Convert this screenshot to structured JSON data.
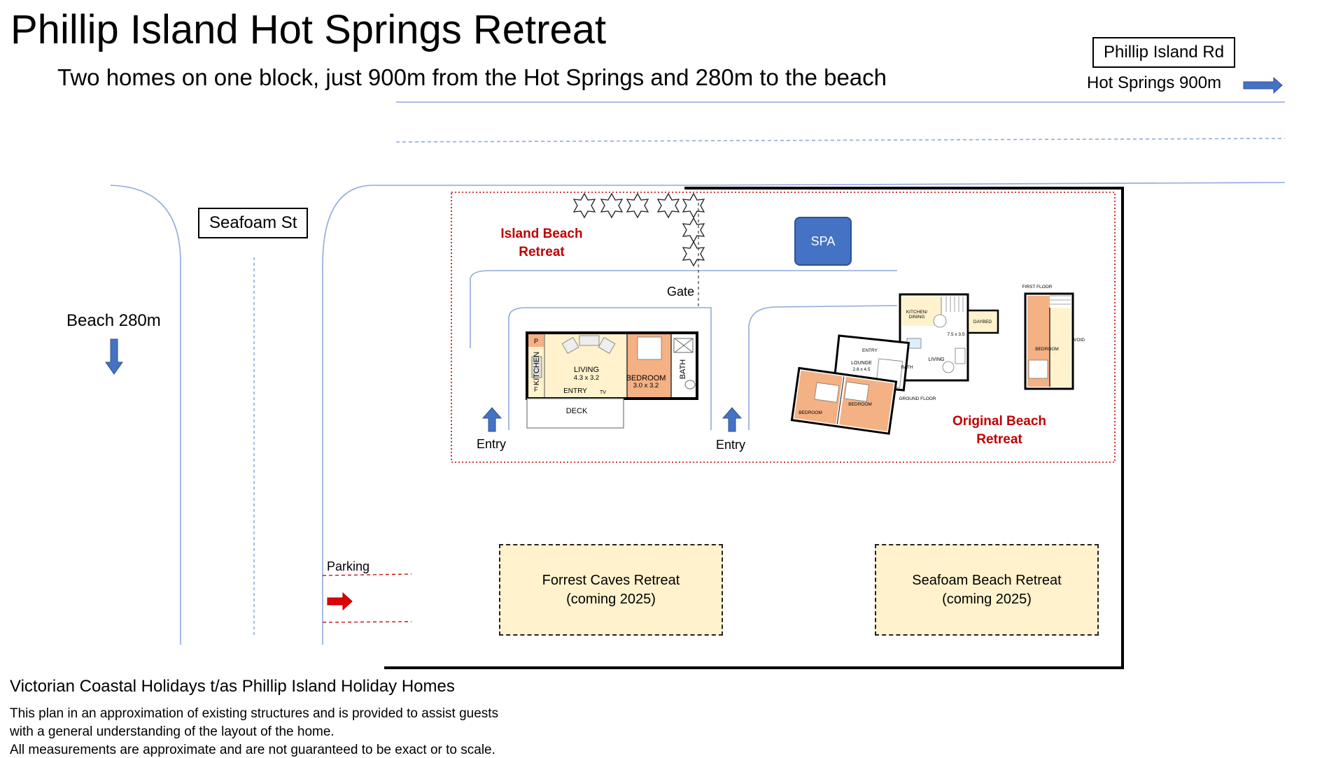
{
  "header": {
    "title": "Phillip Island Hot Springs Retreat",
    "subtitle": "Two homes on one block, just 900m from the Hot Springs and 280m to the beach"
  },
  "roads": {
    "phillip_island_rd": "Phillip Island Rd",
    "hot_springs": "Hot Springs 900m",
    "seafoam_st": "Seafoam St",
    "beach": "Beach 280m",
    "parking": "Parking"
  },
  "site": {
    "gate": "Gate",
    "spa": "SPA",
    "entry_left": "Entry",
    "entry_right": "Entry",
    "island_beach": "Island Beach\nRetreat",
    "original_beach": "Original Beach\nRetreat"
  },
  "island_plan": {
    "kitchen": "KITCHEN",
    "living": "LIVING",
    "living_size": "4.3 x 3.2",
    "bedroom": "BEDROOM",
    "bedroom_size": "3.0 x 3.2",
    "bath": "BATH",
    "entry": "ENTRY",
    "deck": "DECK",
    "p": "P",
    "f": "F",
    "tv": "TV"
  },
  "original_plan": {
    "kitchen_dining": "KITCHEN/\nDINING",
    "daybed": "DAYBED",
    "size_75": "7.5 x 3.5",
    "entry": "ENTRY",
    "lounge": "LOUNGE",
    "lounge_size": "2.8 x 4.5",
    "living": "LIVING",
    "bath": "BATH",
    "bedroom1": "BEDROOM",
    "bedroom2": "BEDROOM",
    "ground_floor": "GROUND FLOOR",
    "first_floor": "FIRST FLOOR",
    "ff_bedroom": "BEDROOM",
    "void": "VOID"
  },
  "future": {
    "forrest": "Forrest Caves Retreat\n(coming 2025)",
    "seafoam": "Seafoam Beach Retreat\n(coming 2025)"
  },
  "footer": {
    "company": "Victorian Coastal Holidays t/as Phillip Island Holiday Homes",
    "line1": "This plan in an approximation of existing structures and is provided to assist guests",
    "line2": "with a general understanding of the layout of the home.",
    "line3": "All measurements are approximate and are not guaranteed to be exact or to scale."
  },
  "colors": {
    "road_line": "#8faadc",
    "arrow_blue": "#4472c4",
    "arrow_red": "#e00000",
    "boundary_red": "#c00000",
    "room_orange": "#f4b183",
    "room_cream": "#fff2cc",
    "future_fill": "#fff2cc"
  }
}
